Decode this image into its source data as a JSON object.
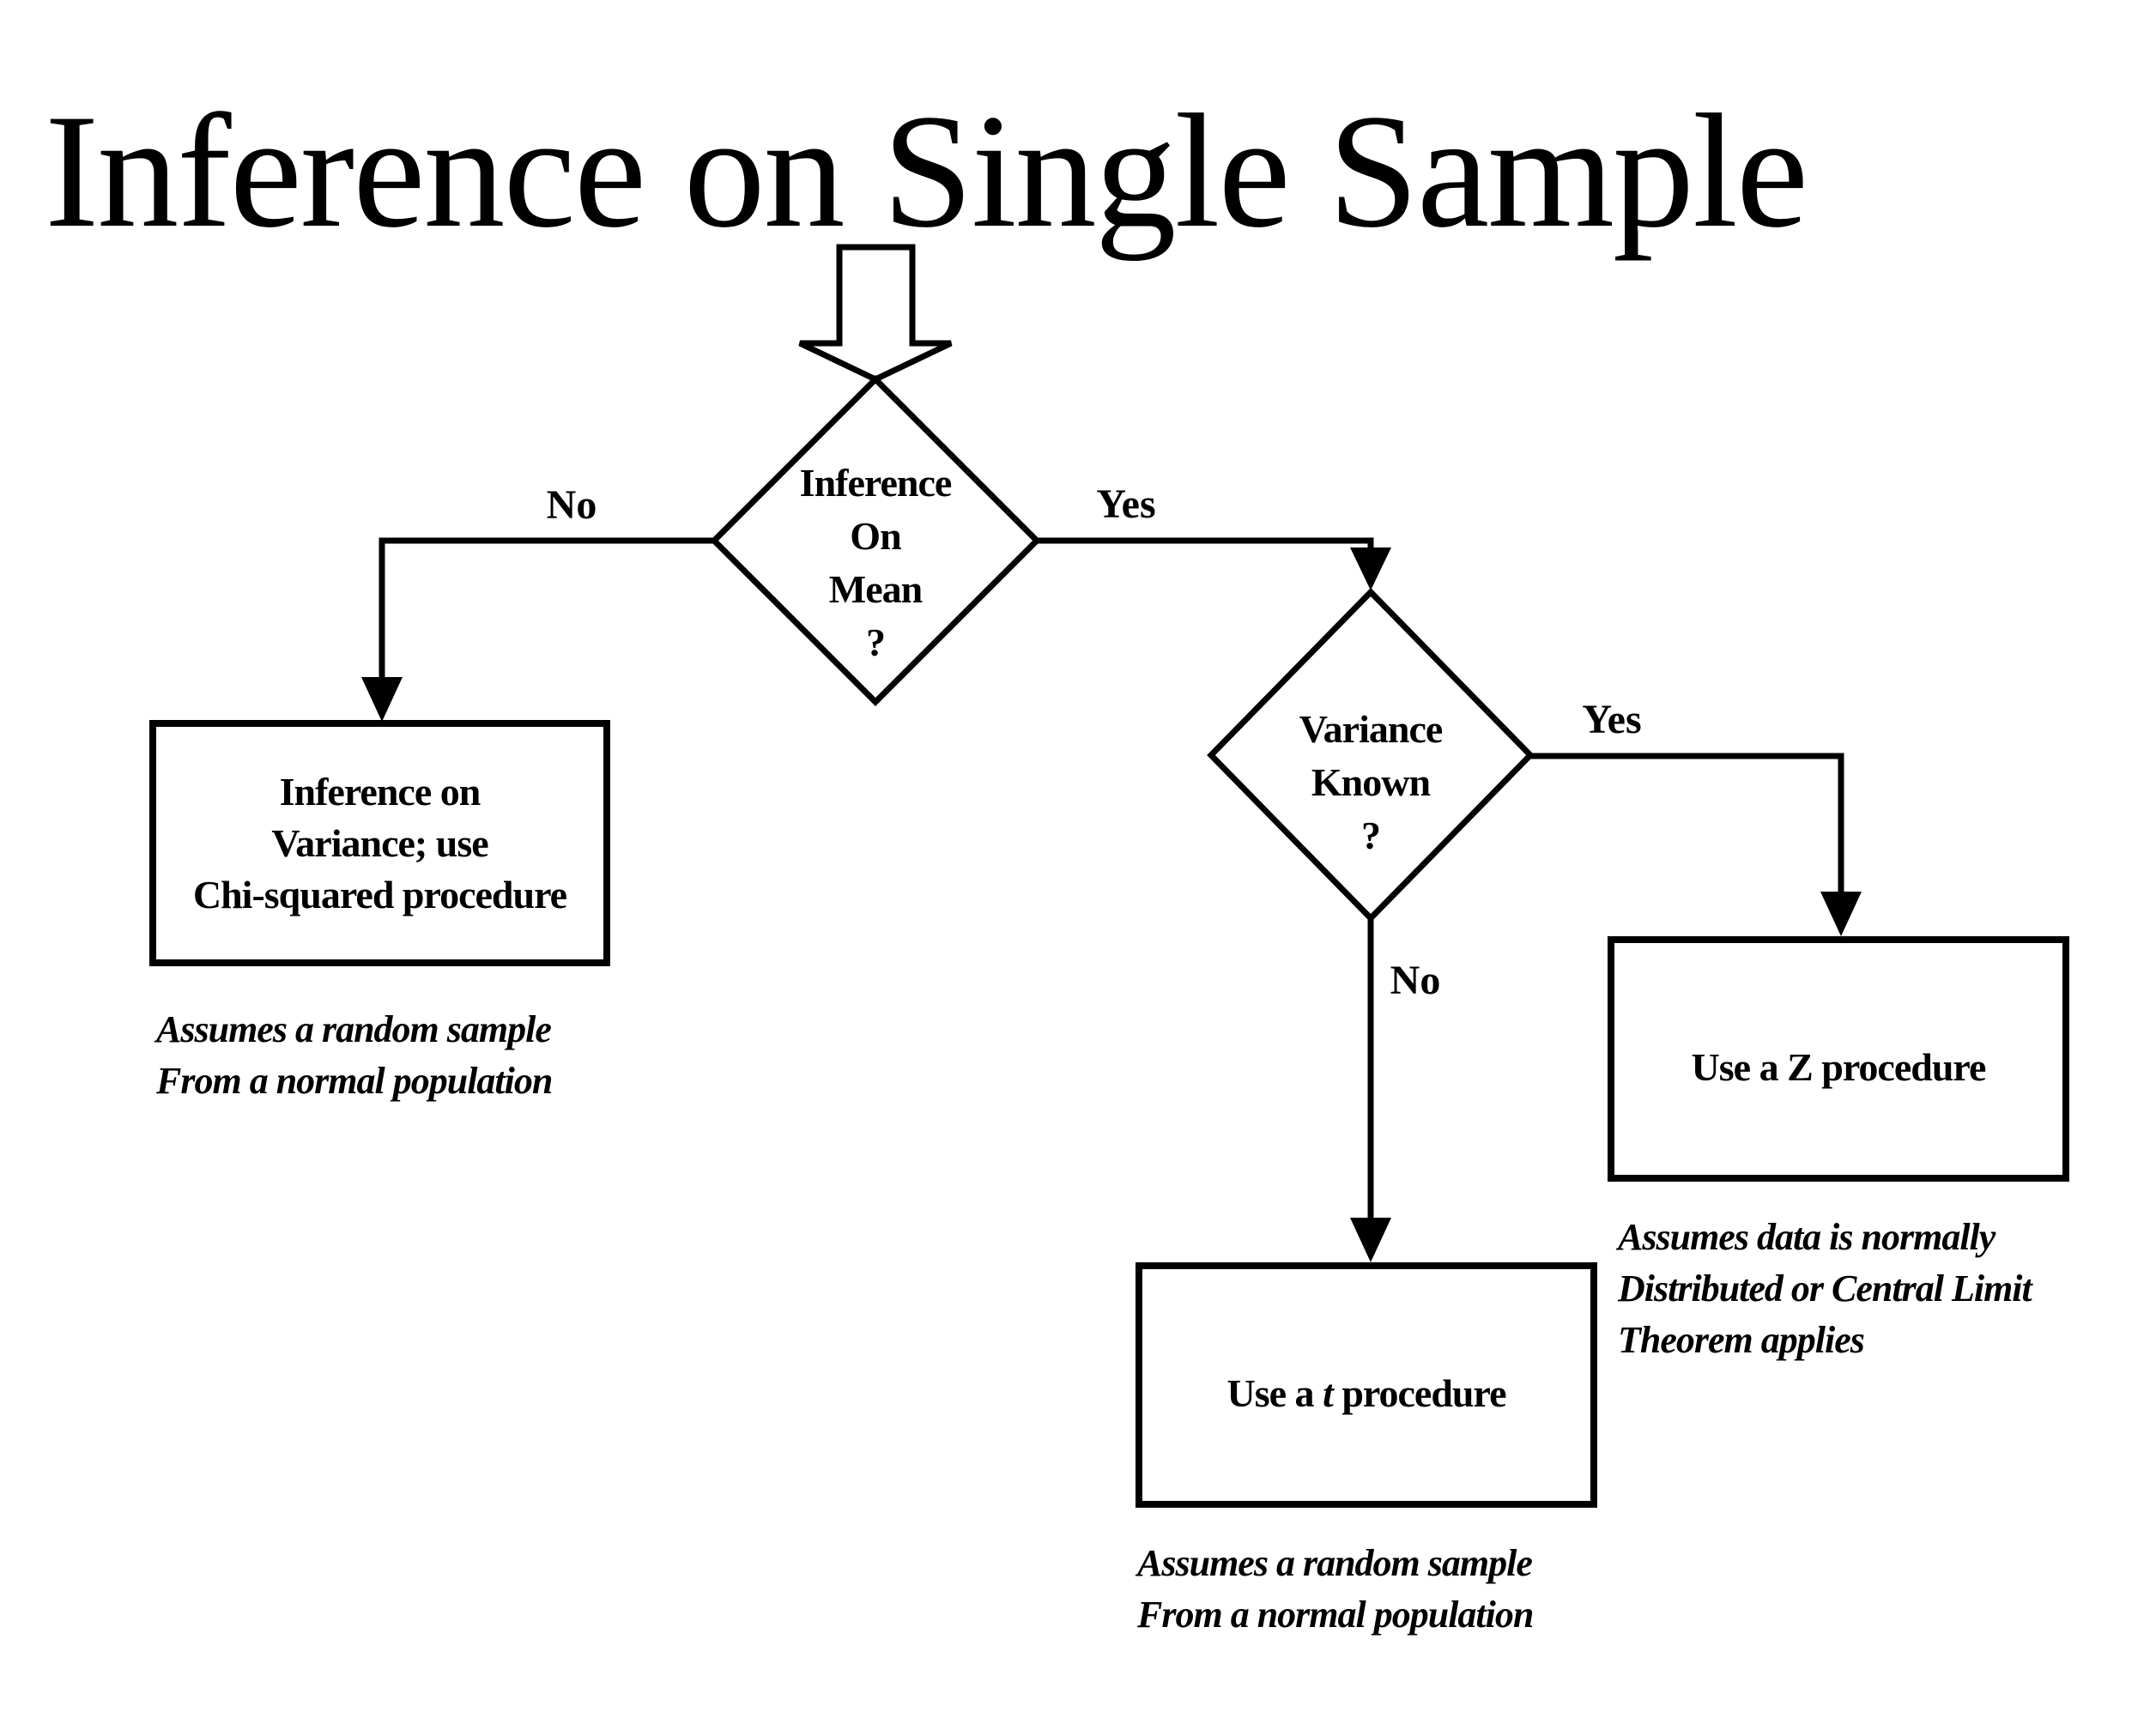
{
  "title": "Inference on Single Sample",
  "colors": {
    "ink": "#000000",
    "paper": "#ffffff"
  },
  "flowchart": {
    "decision_mean": {
      "text": "Inference\nOn\nMean\n?"
    },
    "decision_variance": {
      "text": "Variance\nKnown\n?"
    },
    "box_chi_squared": {
      "text": "Inference on\nVariance; use\nChi-squared procedure"
    },
    "box_z": {
      "text": "Use a Z procedure"
    },
    "box_t": {
      "prefix": "Use a ",
      "emphasis": "t",
      "suffix": " procedure"
    },
    "labels": {
      "mean_no": "No",
      "mean_yes": "Yes",
      "variance_yes": "Yes",
      "variance_no": "No"
    },
    "notes": {
      "chi_squared": "Assumes a random sample\nFrom a normal population",
      "z": "Assumes data is normally\nDistributed or Central Limit\nTheorem applies",
      "t": "Assumes a random sample\nFrom a normal population"
    }
  }
}
